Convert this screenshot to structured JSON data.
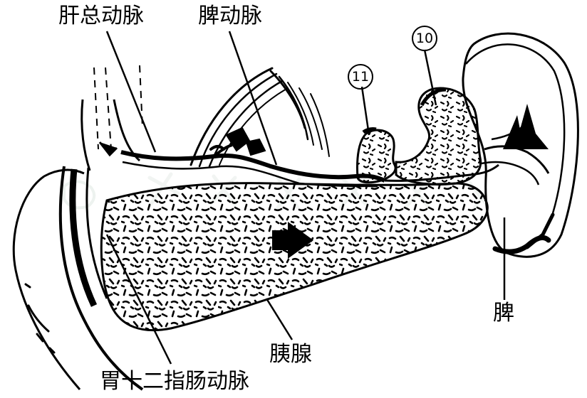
{
  "labels": {
    "common_hepatic_artery": "肝总动脉",
    "splenic_artery": "脾动脉",
    "marker_10": "10",
    "marker_11": "11",
    "spleen": "脾",
    "pancreas": "胰腺",
    "gastroduodenal_artery": "胃十二指肠动脉"
  },
  "colors": {
    "ink": "#000000",
    "paper": "#ffffff",
    "watermark": "#e6ece8"
  }
}
